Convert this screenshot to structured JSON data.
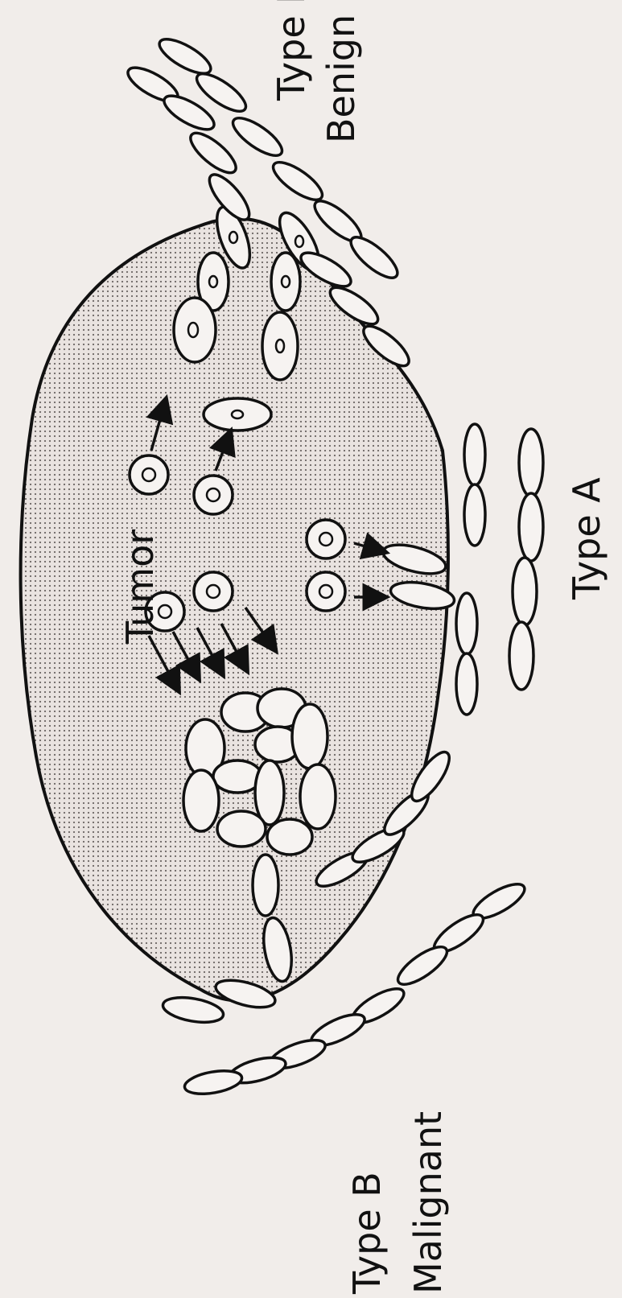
{
  "labels": {
    "tumor": "Tumor",
    "type_a": "Type  A",
    "type_b_top": "Type  B",
    "benign": "Benign",
    "type_b_bottom": "Type  B",
    "malignant": "Malignant"
  },
  "colors": {
    "background": "#f1edea",
    "tumor_fill": "#e9e3e0",
    "tumor_dots": "#6b6563",
    "outline": "#111111",
    "cell_fill": "#f6f3f1"
  }
}
